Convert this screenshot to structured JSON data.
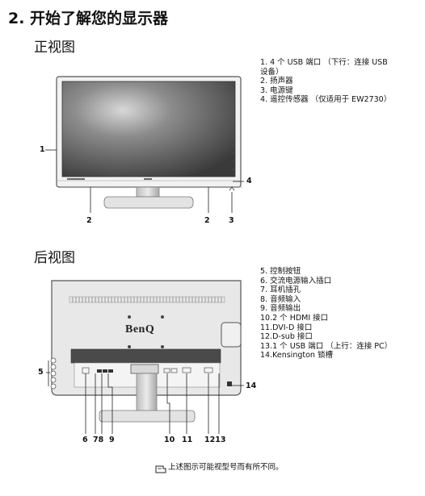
{
  "section_title": "2. 开始了解您的显示器",
  "front": {
    "heading": "正视图",
    "list": [
      "1.  4 个 USB 端口 （下行：连接 USB",
      "     设备）",
      "2.  扬声器",
      "3.  电源键",
      "4.  遥控传感器 （仅适用于 EW2730）"
    ],
    "callouts": {
      "c1": "1",
      "c2a": "2",
      "c2b": "2",
      "c3": "3",
      "c4": "4"
    }
  },
  "back": {
    "heading": "后视图",
    "brand": "BenQ",
    "list": [
      "5.  控制按钮",
      "6.  交流电源输入插口",
      "7.  耳机插孔",
      "8.  音频输入",
      "9.  音频输出",
      "10.2 个 HDMI 接口",
      "11.DVI-D 接口",
      "12.D-sub 接口",
      "13.1 个 USB 端口 （上行：连接 PC）",
      "14.Kensington 锁槽"
    ],
    "callouts": {
      "c5": "5",
      "c6": "6",
      "c78": "78",
      "c9": "9",
      "c10": "10",
      "c11": "11",
      "c1213": "1213",
      "c14": "14"
    }
  },
  "note": "上述图示可能视型号而有所不同。"
}
